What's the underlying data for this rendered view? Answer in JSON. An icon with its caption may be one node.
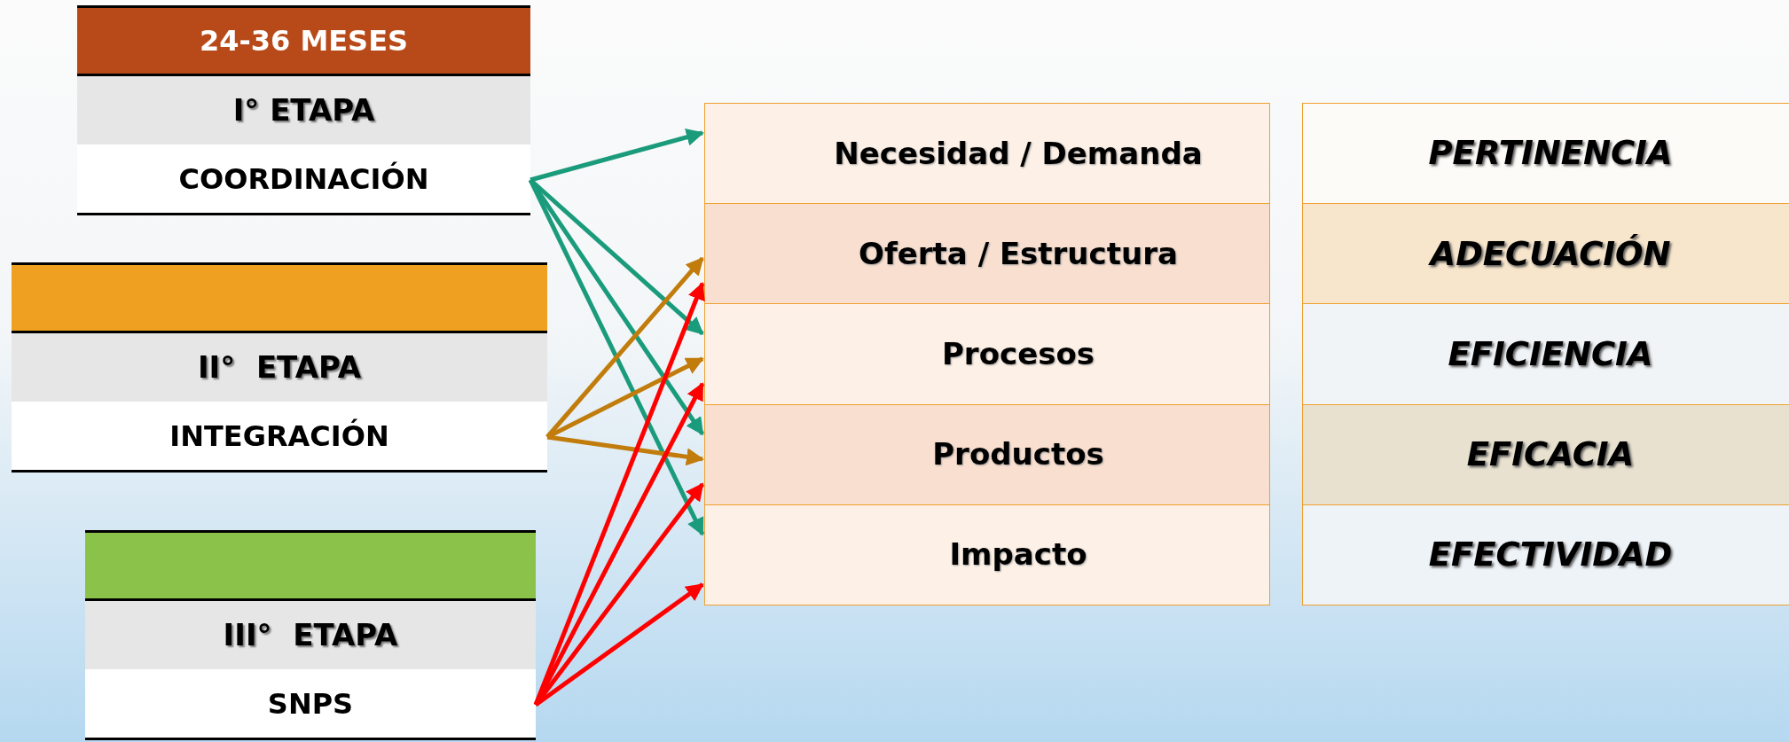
{
  "diagram": {
    "nodes": [
      {
        "text": [
          "24-36 MESES",
          "I° ETAPA",
          "COORDINACIÓN"
        ]
      },
      {
        "text": [
          "II°  ETAPA",
          "INTEGRACIÓN"
        ]
      },
      {
        "text": [
          "III°  ETAPA",
          "SNPS"
        ]
      },
      {
        "text": [
          "Necesidad / Demanda"
        ]
      },
      {
        "text": [
          "Oferta / Estructura"
        ]
      },
      {
        "text": [
          "Procesos"
        ]
      },
      {
        "text": [
          "Productos"
        ]
      },
      {
        "text": [
          "Impacto"
        ]
      },
      {
        "text": [
          "PERTINENCIA"
        ]
      },
      {
        "text": [
          "ADECUACIÓN"
        ]
      },
      {
        "text": [
          "EFICIENCIA"
        ]
      },
      {
        "text": [
          "EFICACIA"
        ]
      },
      {
        "text": [
          "EFECTIVIDAD"
        ]
      }
    ],
    "edges": [
      {
        "from": 0,
        "to": 3,
        "arrow": "to",
        "color": "#1a9b7b"
      },
      {
        "from": 0,
        "to": 5,
        "arrow": "to",
        "color": "#1a9b7b"
      },
      {
        "from": 0,
        "to": 6,
        "arrow": "to",
        "color": "#1a9b7b"
      },
      {
        "from": 0,
        "to": 7,
        "arrow": "to",
        "color": "#1a9b7b"
      },
      {
        "from": 1,
        "to": 4,
        "arrow": "to",
        "color": "#c17c0c"
      },
      {
        "from": 1,
        "to": 5,
        "arrow": "to",
        "color": "#c17c0c"
      },
      {
        "from": 1,
        "to": 6,
        "arrow": "to",
        "color": "#c17c0c"
      },
      {
        "from": 2,
        "to": 4,
        "arrow": "to",
        "color": "#ff0000"
      },
      {
        "from": 2,
        "to": 5,
        "arrow": "to",
        "color": "#ff0000"
      },
      {
        "from": 2,
        "to": 6,
        "arrow": "to",
        "color": "#ff0000"
      },
      {
        "from": 2,
        "to": 7,
        "arrow": "to",
        "color": "#ff0000"
      }
    ]
  }
}
